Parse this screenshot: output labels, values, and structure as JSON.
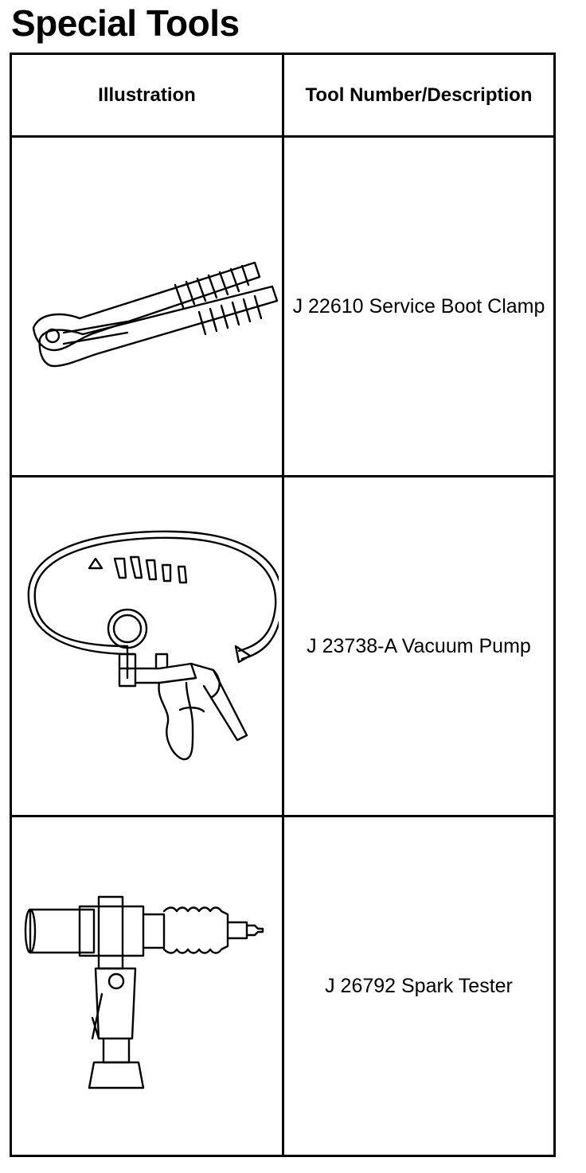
{
  "page": {
    "title": "Special Tools"
  },
  "table": {
    "headers": {
      "illustration": "Illustration",
      "tool": "Tool Number/Description"
    },
    "rows": [
      {
        "illustration_icon": "service-boot-clamp-pliers-icon",
        "description": "J 22610 Service Boot Clamp"
      },
      {
        "illustration_icon": "vacuum-pump-icon",
        "description": "J 23738-A Vacuum Pump"
      },
      {
        "illustration_icon": "spark-tester-icon",
        "description": "J 26792 Spark Tester"
      }
    ]
  }
}
